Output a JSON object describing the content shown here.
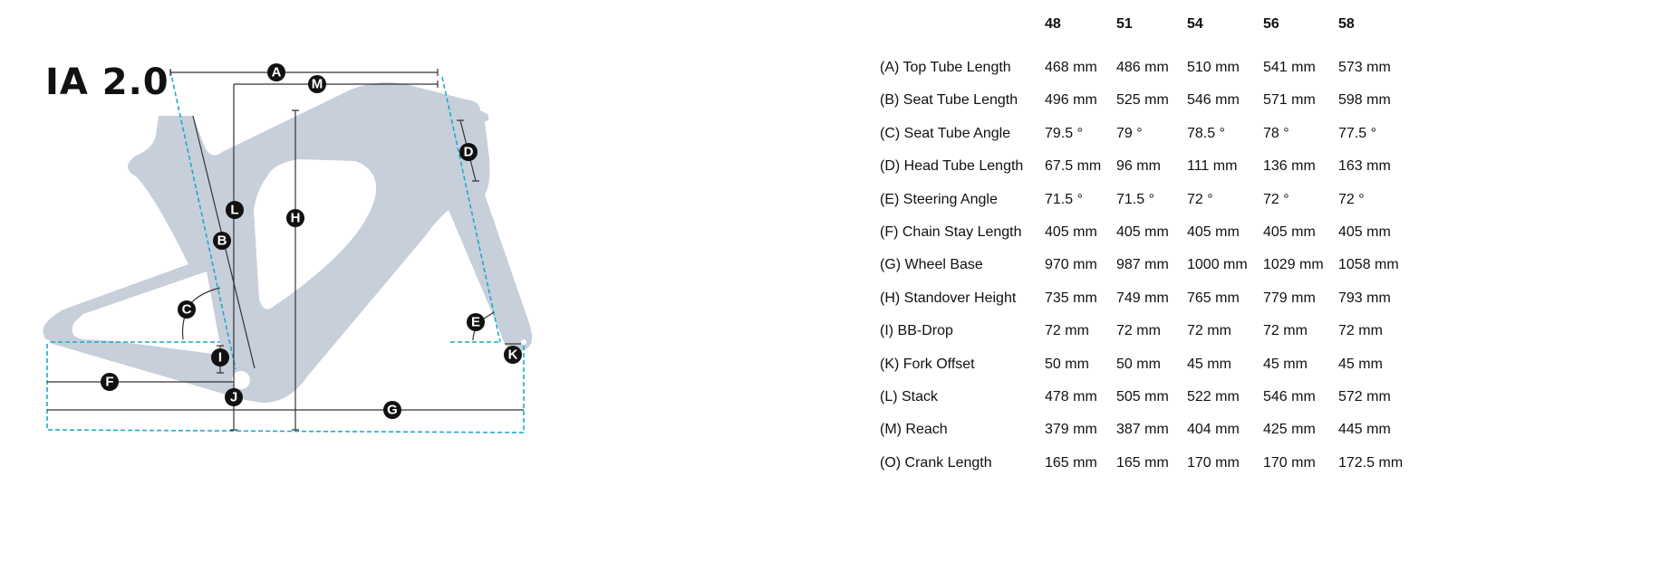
{
  "title": "IA 2.0",
  "diagram": {
    "frame_color": "#c7cfdb",
    "guide_color": "#1fa9cc",
    "markers": {
      "A": "A",
      "M": "M",
      "D": "D",
      "L": "L",
      "H": "H",
      "B": "B",
      "C": "C",
      "E": "E",
      "I": "I",
      "K": "K",
      "F": "F",
      "J": "J",
      "G": "G"
    }
  },
  "table": {
    "sizes": [
      "48",
      "51",
      "54",
      "56",
      "58"
    ],
    "rows": [
      {
        "label": "(A) Top Tube Length",
        "values": [
          "468 mm",
          "486 mm",
          "510 mm",
          "541 mm",
          "573 mm"
        ]
      },
      {
        "label": "(B) Seat Tube Length",
        "values": [
          "496 mm",
          "525 mm",
          "546 mm",
          "571 mm",
          "598 mm"
        ]
      },
      {
        "label": "(C) Seat Tube Angle",
        "values": [
          "79.5 °",
          "79 °",
          "78.5 °",
          "78 °",
          "77.5 °"
        ]
      },
      {
        "label": "(D) Head Tube Length",
        "values": [
          "67.5 mm",
          "96 mm",
          "111 mm",
          "136 mm",
          "163 mm"
        ]
      },
      {
        "label": "(E) Steering Angle",
        "values": [
          "71.5 °",
          "71.5 °",
          "72 °",
          "72 °",
          "72 °"
        ]
      },
      {
        "label": "(F) Chain Stay Length",
        "values": [
          "405 mm",
          "405 mm",
          "405 mm",
          "405 mm",
          "405 mm"
        ]
      },
      {
        "label": "(G) Wheel Base",
        "values": [
          "970 mm",
          "987 mm",
          "1000 mm",
          "1029 mm",
          "1058 mm"
        ]
      },
      {
        "label": "(H) Standover Height",
        "values": [
          "735 mm",
          "749 mm",
          "765 mm",
          "779 mm",
          "793 mm"
        ]
      },
      {
        "label": "(I) BB-Drop",
        "values": [
          "72 mm",
          "72 mm",
          "72 mm",
          "72 mm",
          "72 mm"
        ]
      },
      {
        "label": "(K) Fork Offset",
        "values": [
          "50 mm",
          "50 mm",
          "45 mm",
          "45 mm",
          "45 mm"
        ]
      },
      {
        "label": "(L) Stack",
        "values": [
          "478 mm",
          "505 mm",
          "522 mm",
          "546 mm",
          "572 mm"
        ]
      },
      {
        "label": "(M) Reach",
        "values": [
          "379 mm",
          "387 mm",
          "404 mm",
          "425 mm",
          "445 mm"
        ]
      },
      {
        "label": "(O) Crank Length",
        "values": [
          "165 mm",
          "165 mm",
          "170 mm",
          "170 mm",
          "172.5 mm"
        ]
      }
    ]
  }
}
